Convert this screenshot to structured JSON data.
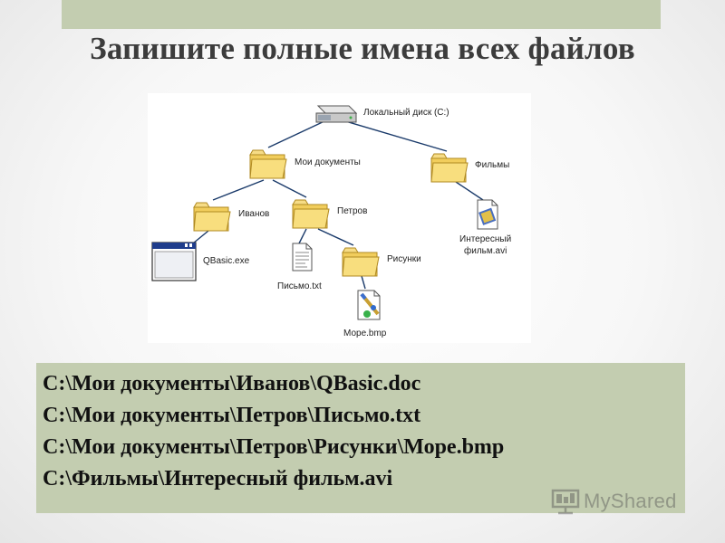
{
  "slide": {
    "title": "Запишите полные имена всех файлов"
  },
  "tree": {
    "root": "Локальный диск (С:)",
    "folders": {
      "my_documents": "Мои документы",
      "films": "Фильмы",
      "ivanov": "Иванов",
      "petrov": "Петров",
      "pictures": "Рисунки"
    },
    "files": {
      "qbasic": "QBasic.exe",
      "letter": "Письмо.txt",
      "sea": "Море.bmp",
      "movie_line1": "Интересный",
      "movie_line2": "фильм.avi"
    }
  },
  "answers": [
    "С:\\Мои документы\\Иванов\\QBasic.doc",
    "С:\\Мои документы\\Петров\\Письмо.txt",
    "С:\\Мои документы\\Петров\\Рисунки\\Море.bmp",
    "С:\\Фильмы\\Интересный фильм.avi"
  ],
  "watermark": {
    "text": "MyShared"
  },
  "colors": {
    "accent_bar": "#c3cdb0",
    "folder_yellow": "#f4d46a",
    "tree_line": "#1a3a6a"
  }
}
